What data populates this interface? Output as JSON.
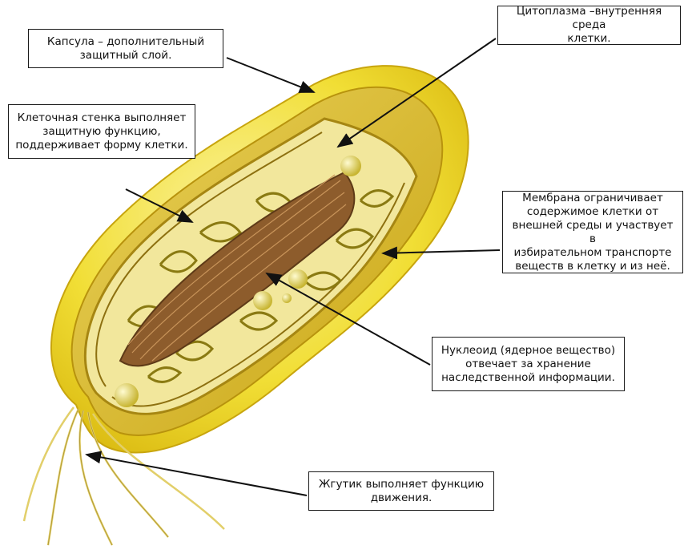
{
  "labels": {
    "capsule": "Капсула – дополнительный\nзащитный слой.",
    "cell_wall": "Клеточная стенка выполняет\nзащитную функцию,\nподдерживает форму клетки.",
    "cytoplasm": "Цитоплазма –внутренняя среда\nклетки.",
    "membrane": "Мембрана ограничивает\nсодержимое клетки от\nвнешней среды и участвует в\nизбирательном транспорте\nвеществ в клетку и из неё.",
    "nucleoid": "Нуклеоид (ядерное вещество)\nотвечает за хранение\nнаследственной информации.",
    "flagellum": "Жгутик выполняет функцию\nдвижения."
  },
  "colors": {
    "capsule": "#f3e23a",
    "wall": "#e8cf2a",
    "membrane": "#b99a16",
    "cytoplasm": "#f4eca8",
    "nucleoid": "#8a5a2b",
    "arrow": "#111111"
  }
}
